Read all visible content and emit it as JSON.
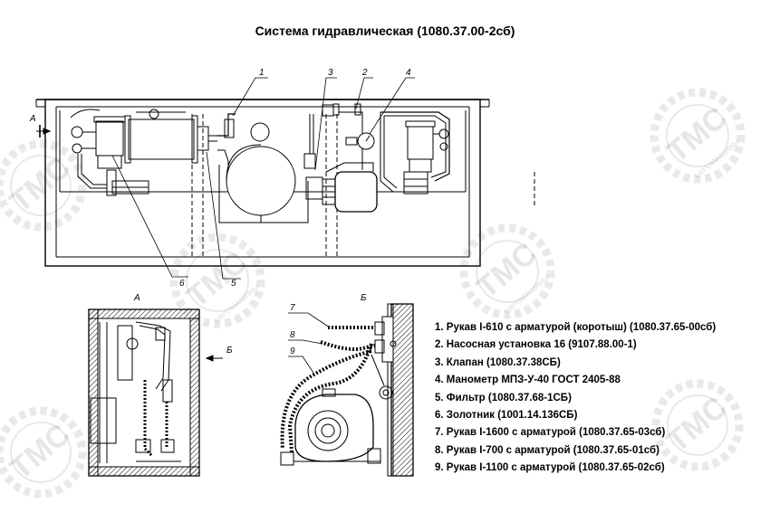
{
  "title": "Система гидравлическая (1080.37.00-2сб)",
  "view_labels": {
    "arrow_a": "А",
    "view_a": "А",
    "view_b": "Б",
    "arrow_b": "Б"
  },
  "callouts": [
    "1",
    "2",
    "3",
    "4",
    "5",
    "6",
    "7",
    "8",
    "9"
  ],
  "watermark": {
    "brand": "TMC",
    "subtitle": "ЕВРОМАШИНЫ"
  },
  "legend": [
    "1. Рукав I-610 с арматурой (коротыш) (1080.37.65-00сб)",
    "2. Насосная установка 16 (9107.88.00-1)",
    "3. Клапан (1080.37.38СБ)",
    "4. Манометр МПЗ-У-40 ГОСТ 2405-88",
    "5. Фильтр (1080.37.68-1СБ)",
    "6. Золотник (1001.14.136СБ)",
    "7. Рукав I-1600 с арматурой (1080.37.65-03сб)",
    "8. Рукав I-700 с арматурой (1080.37.65-01сб)",
    "9. Рукав I-1100 с арматурой (1080.37.65-02сб)"
  ]
}
